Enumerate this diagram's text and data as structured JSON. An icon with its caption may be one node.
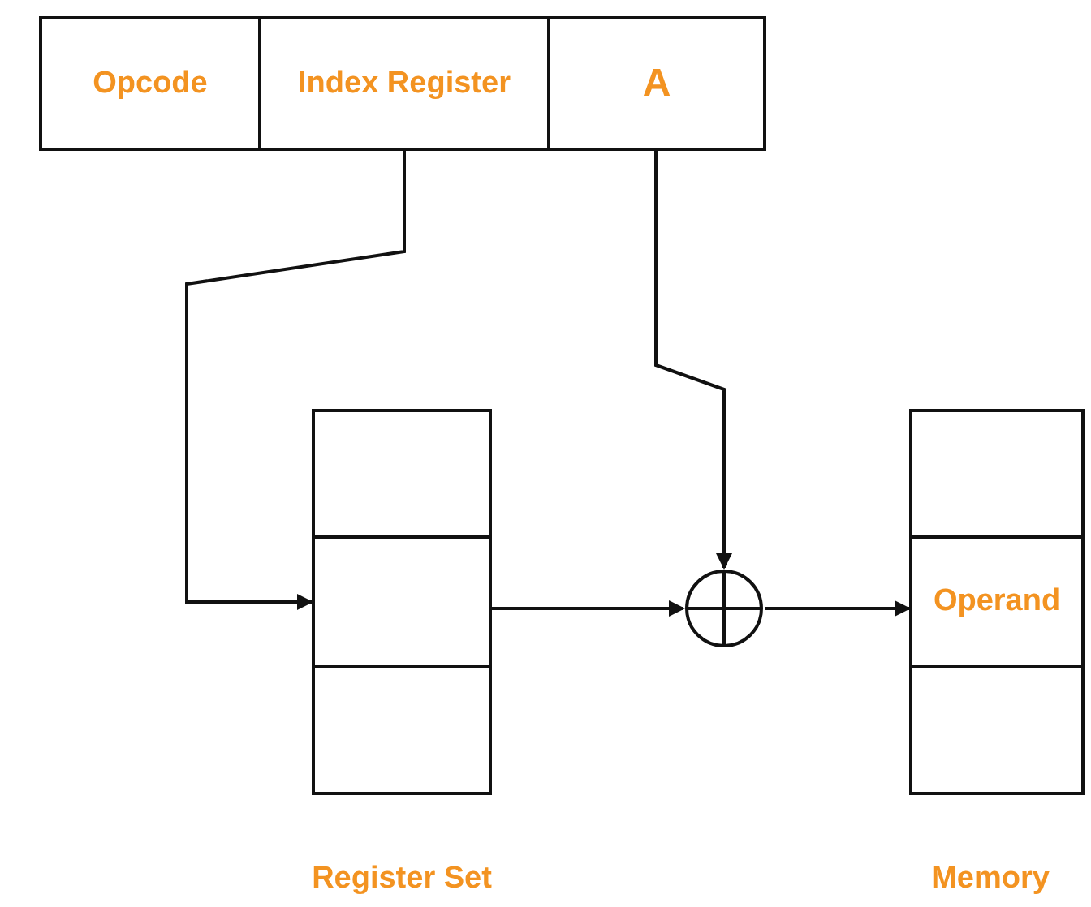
{
  "diagram": {
    "nodes": [
      {
        "text": [
          "Opcode"
        ]
      },
      {
        "text": [
          "Index Register"
        ]
      },
      {
        "text": [
          "A"
        ]
      },
      {
        "text": [
          "Register Set"
        ]
      },
      {
        "text": [],
        "shape": "box",
        "in": 3
      },
      {
        "text": [],
        "shape": "box",
        "in": 3
      },
      {
        "text": [],
        "shape": "box",
        "in": 3
      },
      {
        "text": [],
        "shape": "circle"
      },
      {
        "text": [
          "Memory"
        ]
      },
      {
        "text": [],
        "shape": "box",
        "in": 8
      },
      {
        "text": [
          "Operand"
        ],
        "in": 8
      },
      {
        "text": [],
        "shape": "box",
        "in": 8
      }
    ],
    "edges": [
      {
        "from": 1,
        "to": 5,
        "arrow": "to"
      },
      {
        "from": 2,
        "to": 7,
        "arrow": "to"
      },
      {
        "from": 5,
        "to": 7,
        "arrow": "to"
      },
      {
        "from": 7,
        "to": 10,
        "arrow": "to"
      }
    ]
  }
}
